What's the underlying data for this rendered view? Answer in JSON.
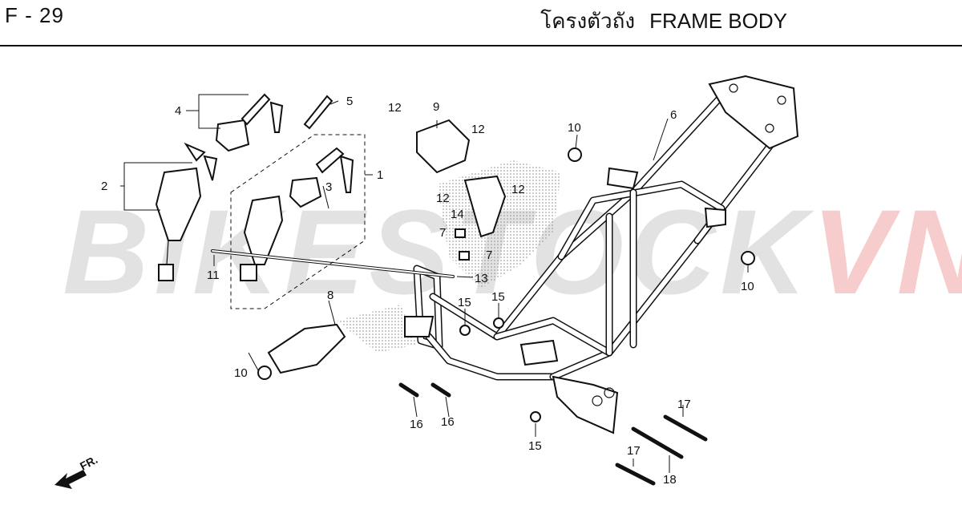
{
  "header": {
    "page_code": "F - 29",
    "title_thai": "โครงตัวถัง",
    "title_en": "FRAME BODY"
  },
  "watermark": {
    "part_a": "BIKESTOCK",
    "part_b": "VN"
  },
  "direction_marker": {
    "label": "FR."
  },
  "callouts": {
    "c1": "1",
    "c2": "2",
    "c3": "3",
    "c4": "4",
    "c5": "5",
    "c6": "6",
    "c7a": "7",
    "c7b": "7",
    "c8": "8",
    "c9": "9",
    "c10a": "10",
    "c10b": "10",
    "c10c": "10",
    "c11": "11",
    "c12a": "12",
    "c12b": "12",
    "c12c": "12",
    "c12d": "12",
    "c13": "13",
    "c14": "14",
    "c15a": "15",
    "c15b": "15",
    "c15c": "15",
    "c16a": "16",
    "c16b": "16",
    "c17a": "17",
    "c17b": "17",
    "c18": "18"
  },
  "colors": {
    "ink": "#111111",
    "watermark_grey": "#9a9a9a",
    "watermark_red": "#e04a4a"
  }
}
